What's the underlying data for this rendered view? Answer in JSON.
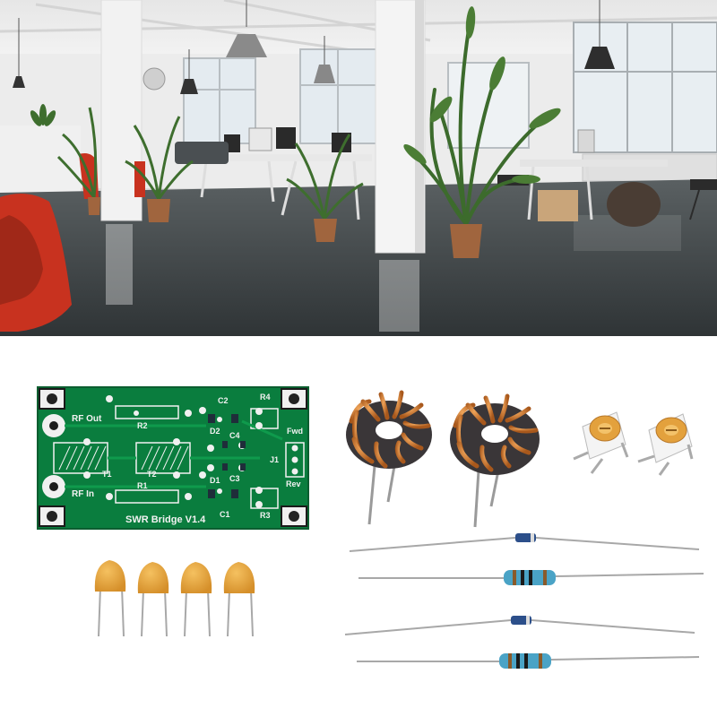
{
  "photo": {
    "type": "office-interior",
    "colors": {
      "floor": "#3d4244",
      "ceiling": "#ececec",
      "column": "#f1f1f1",
      "chair": "#c8321f",
      "plant": "#3c6b2c",
      "pot": "#a0653e",
      "window": "#dfe8ef"
    }
  },
  "kit": {
    "pcb": {
      "color": "#0a7d3e",
      "labels": {
        "rf_out": "RF Out",
        "rf_in": "RF In",
        "fwd": "Fwd",
        "rev": "Rev",
        "j1": "J1",
        "t1": "T1",
        "t2": "T2",
        "r1": "R1",
        "r2": "R2",
        "r3": "R3",
        "r4": "R4",
        "c1": "C1",
        "c2": "C2",
        "c3": "C3",
        "c4": "C4",
        "d1": "D1",
        "d2": "D2",
        "title": "SWR Bridge V1.4"
      }
    },
    "parts": {
      "toroids": 2,
      "trimmers": 2,
      "capacitors": 4,
      "diodes": 2,
      "resistors": 2
    },
    "colors": {
      "copper": "#c8752f",
      "core": "#3a3638",
      "trimmer": "#e3a13d",
      "capacitor": "#e8a63b",
      "diode": "#2c4f8a",
      "resistor": "#4aa3c6"
    }
  }
}
